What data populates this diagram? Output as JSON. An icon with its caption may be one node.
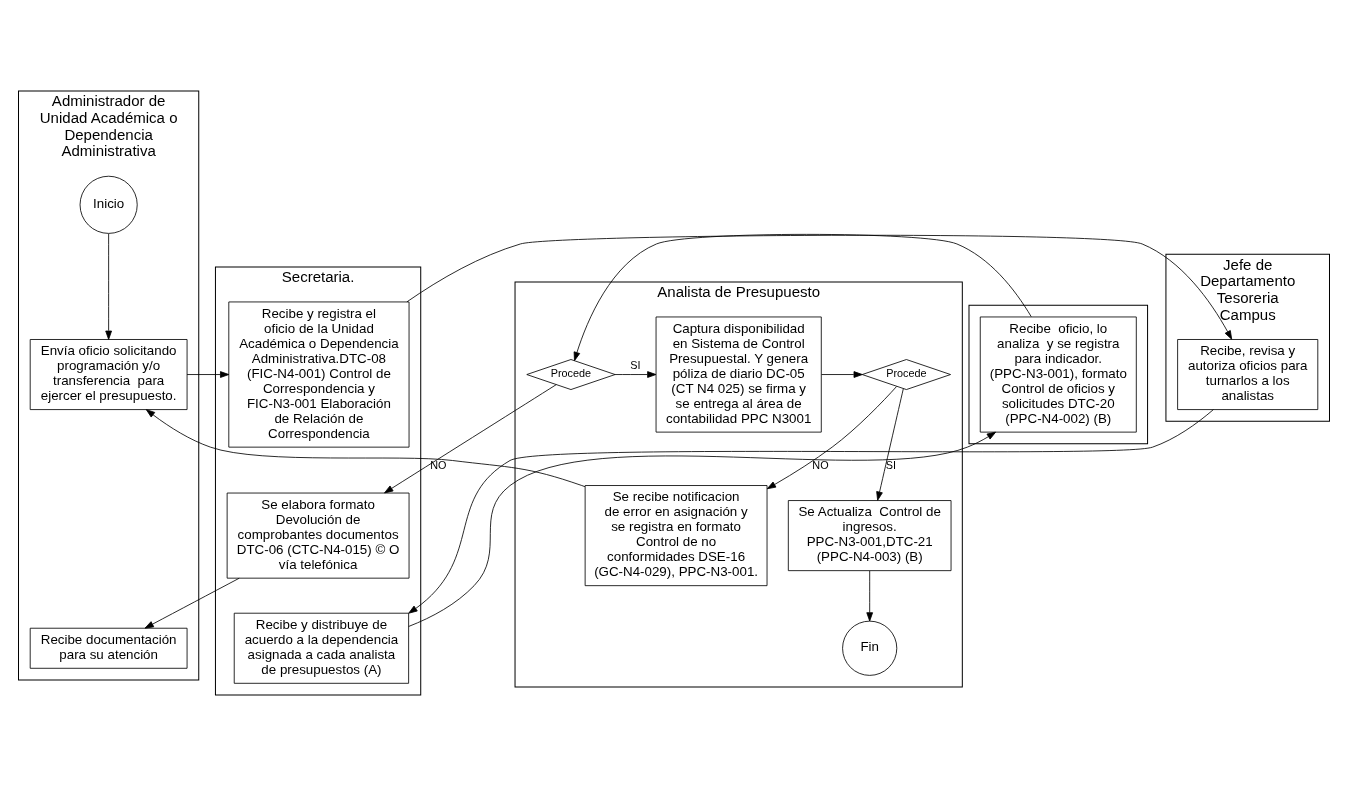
{
  "diagram": {
    "nodes": [
      {
        "text": [
          "Administrador de Unidad Académica o Dependencia Administrativa"
        ]
      },
      {
        "text": [
          "Secretaria."
        ]
      },
      {
        "text": [
          "Jefe de Departamento Tesoreria Campus"
        ]
      },
      {
        "text": [],
        "shape": "box"
      },
      {
        "text": [
          "Analista de Presupuesto"
        ]
      },
      {
        "text": [
          "Inicio"
        ],
        "in": 0
      },
      {
        "text": [
          "Envía oficio solicitando programación y/o transferencia  para ejercer el presupuesto."
        ],
        "in": 0
      },
      {
        "text": [
          "Recibe y registra el oficio de la Unidad Académica o Dependencia Administrativa.DTC-08 (FIC-N4-001) Control de Correspondencia y FIC-N3-001 Elaboración de Relación de Correspondencia"
        ],
        "in": 1
      },
      {
        "text": [
          "Recibe, revisa y autoriza oficios para turnarlos a los analistas"
        ],
        "in": 2
      },
      {
        "text": [
          "Recibe  oficio, lo analiza  y se registra para indicador. (PPC-N3-001), formato Control de oficios y solicitudes DTC-20 (PPC-N4-002) (B)"
        ],
        "in": 3
      },
      {
        "text": [
          "Procede"
        ],
        "in": 4
      },
      {
        "text": [
          "Captura disponibilidad en Sistema de Control Presupuestal. Y genera póliza de diario DC-05 (CT N4 025) se firma y se entrega al área de contabilidad PPC N3001"
        ],
        "in": 4
      },
      {
        "text": [
          "Procede"
        ],
        "in": 4
      },
      {
        "text": [
          "Se elabora formato Devolución de comprobantes documentos DTC-06 (CTC-N4-015) © O vía telefónica"
        ],
        "in": 1
      },
      {
        "text": [
          "Se recibe notificacion de error en asignación y se registra en formato Control de no conformidades DSE-16 (GC-N4-029), PPC-N3-001."
        ],
        "in": 4
      },
      {
        "text": [
          "Recibe documentación para su atención"
        ],
        "in": 0
      },
      {
        "text": [
          "Se Actualiza  Control de ingresos. PPC-N3-001,DTC-21 (PPC-N4-003) (B)"
        ],
        "in": 4
      },
      {
        "text": [
          "Recibe y distribuye de acuerdo a la dependencia asignada a cada analista de presupuestos (A)"
        ],
        "in": 1
      },
      {
        "text": [
          "Fin"
        ],
        "in": 4
      }
    ],
    "edges": [
      {
        "from": 5,
        "to": 6,
        "arrow": "to"
      },
      {
        "from": 6,
        "to": 7,
        "arrow": "to"
      },
      {
        "from": 7,
        "to": 8,
        "arrow": "to"
      },
      {
        "from": 8,
        "to": 17,
        "arrow": "to"
      },
      {
        "from": 17,
        "to": 9,
        "arrow": "to"
      },
      {
        "from": 9,
        "to": 10,
        "arrow": "to"
      },
      {
        "from": 10,
        "to": 11,
        "arrow": "to",
        "label": "SI"
      },
      {
        "from": 10,
        "to": 13,
        "arrow": "to",
        "label": "NO"
      },
      {
        "from": 11,
        "to": 12,
        "arrow": "to"
      },
      {
        "from": 12,
        "to": 14,
        "arrow": "to",
        "label": "NO"
      },
      {
        "from": 12,
        "to": 16,
        "arrow": "to",
        "label": "SI"
      },
      {
        "from": 16,
        "to": 18,
        "arrow": "to"
      },
      {
        "from": 14,
        "to": 6,
        "arrow": "to"
      },
      {
        "from": 13,
        "to": 15,
        "arrow": "to"
      }
    ]
  }
}
